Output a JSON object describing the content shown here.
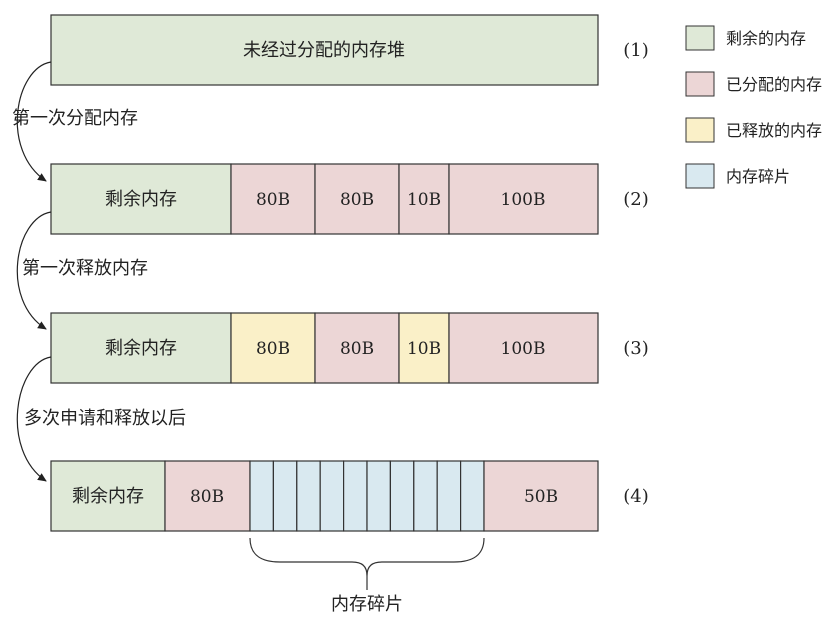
{
  "colors": {
    "free": "#DFE9D7",
    "allocated": "#ECD6D6",
    "released": "#FAF0C8",
    "fragment": "#D9E9F0",
    "stroke": "#333333"
  },
  "legend": [
    {
      "label": "剩余的内存",
      "kind": "free"
    },
    {
      "label": "已分配的内存",
      "kind": "allocated"
    },
    {
      "label": "已释放的内存",
      "kind": "released"
    },
    {
      "label": "内存碎片",
      "kind": "fragment"
    }
  ],
  "rows": [
    {
      "tag": "(1)",
      "blocks": [
        {
          "label": "未经过分配的内存堆",
          "kind": "free"
        }
      ]
    },
    {
      "tag": "(2)",
      "blocks": [
        {
          "label": "剩余内存",
          "kind": "free"
        },
        {
          "label": "80B",
          "kind": "allocated"
        },
        {
          "label": "80B",
          "kind": "allocated"
        },
        {
          "label": "10B",
          "kind": "allocated"
        },
        {
          "label": "100B",
          "kind": "allocated"
        }
      ]
    },
    {
      "tag": "(3)",
      "blocks": [
        {
          "label": "剩余内存",
          "kind": "free"
        },
        {
          "label": "80B",
          "kind": "released"
        },
        {
          "label": "80B",
          "kind": "allocated"
        },
        {
          "label": "10B",
          "kind": "released"
        },
        {
          "label": "100B",
          "kind": "allocated"
        }
      ]
    },
    {
      "tag": "(4)",
      "blocks": [
        {
          "label": "剩余内存",
          "kind": "free"
        },
        {
          "label": "80B",
          "kind": "allocated"
        },
        {
          "label": "",
          "kind": "fragment",
          "cells": 10
        },
        {
          "label": "50B",
          "kind": "allocated"
        }
      ]
    }
  ],
  "steps": [
    "第一次分配内存",
    "第一次释放内存",
    "多次申请和释放以后"
  ],
  "fragment_caption": "内存碎片"
}
